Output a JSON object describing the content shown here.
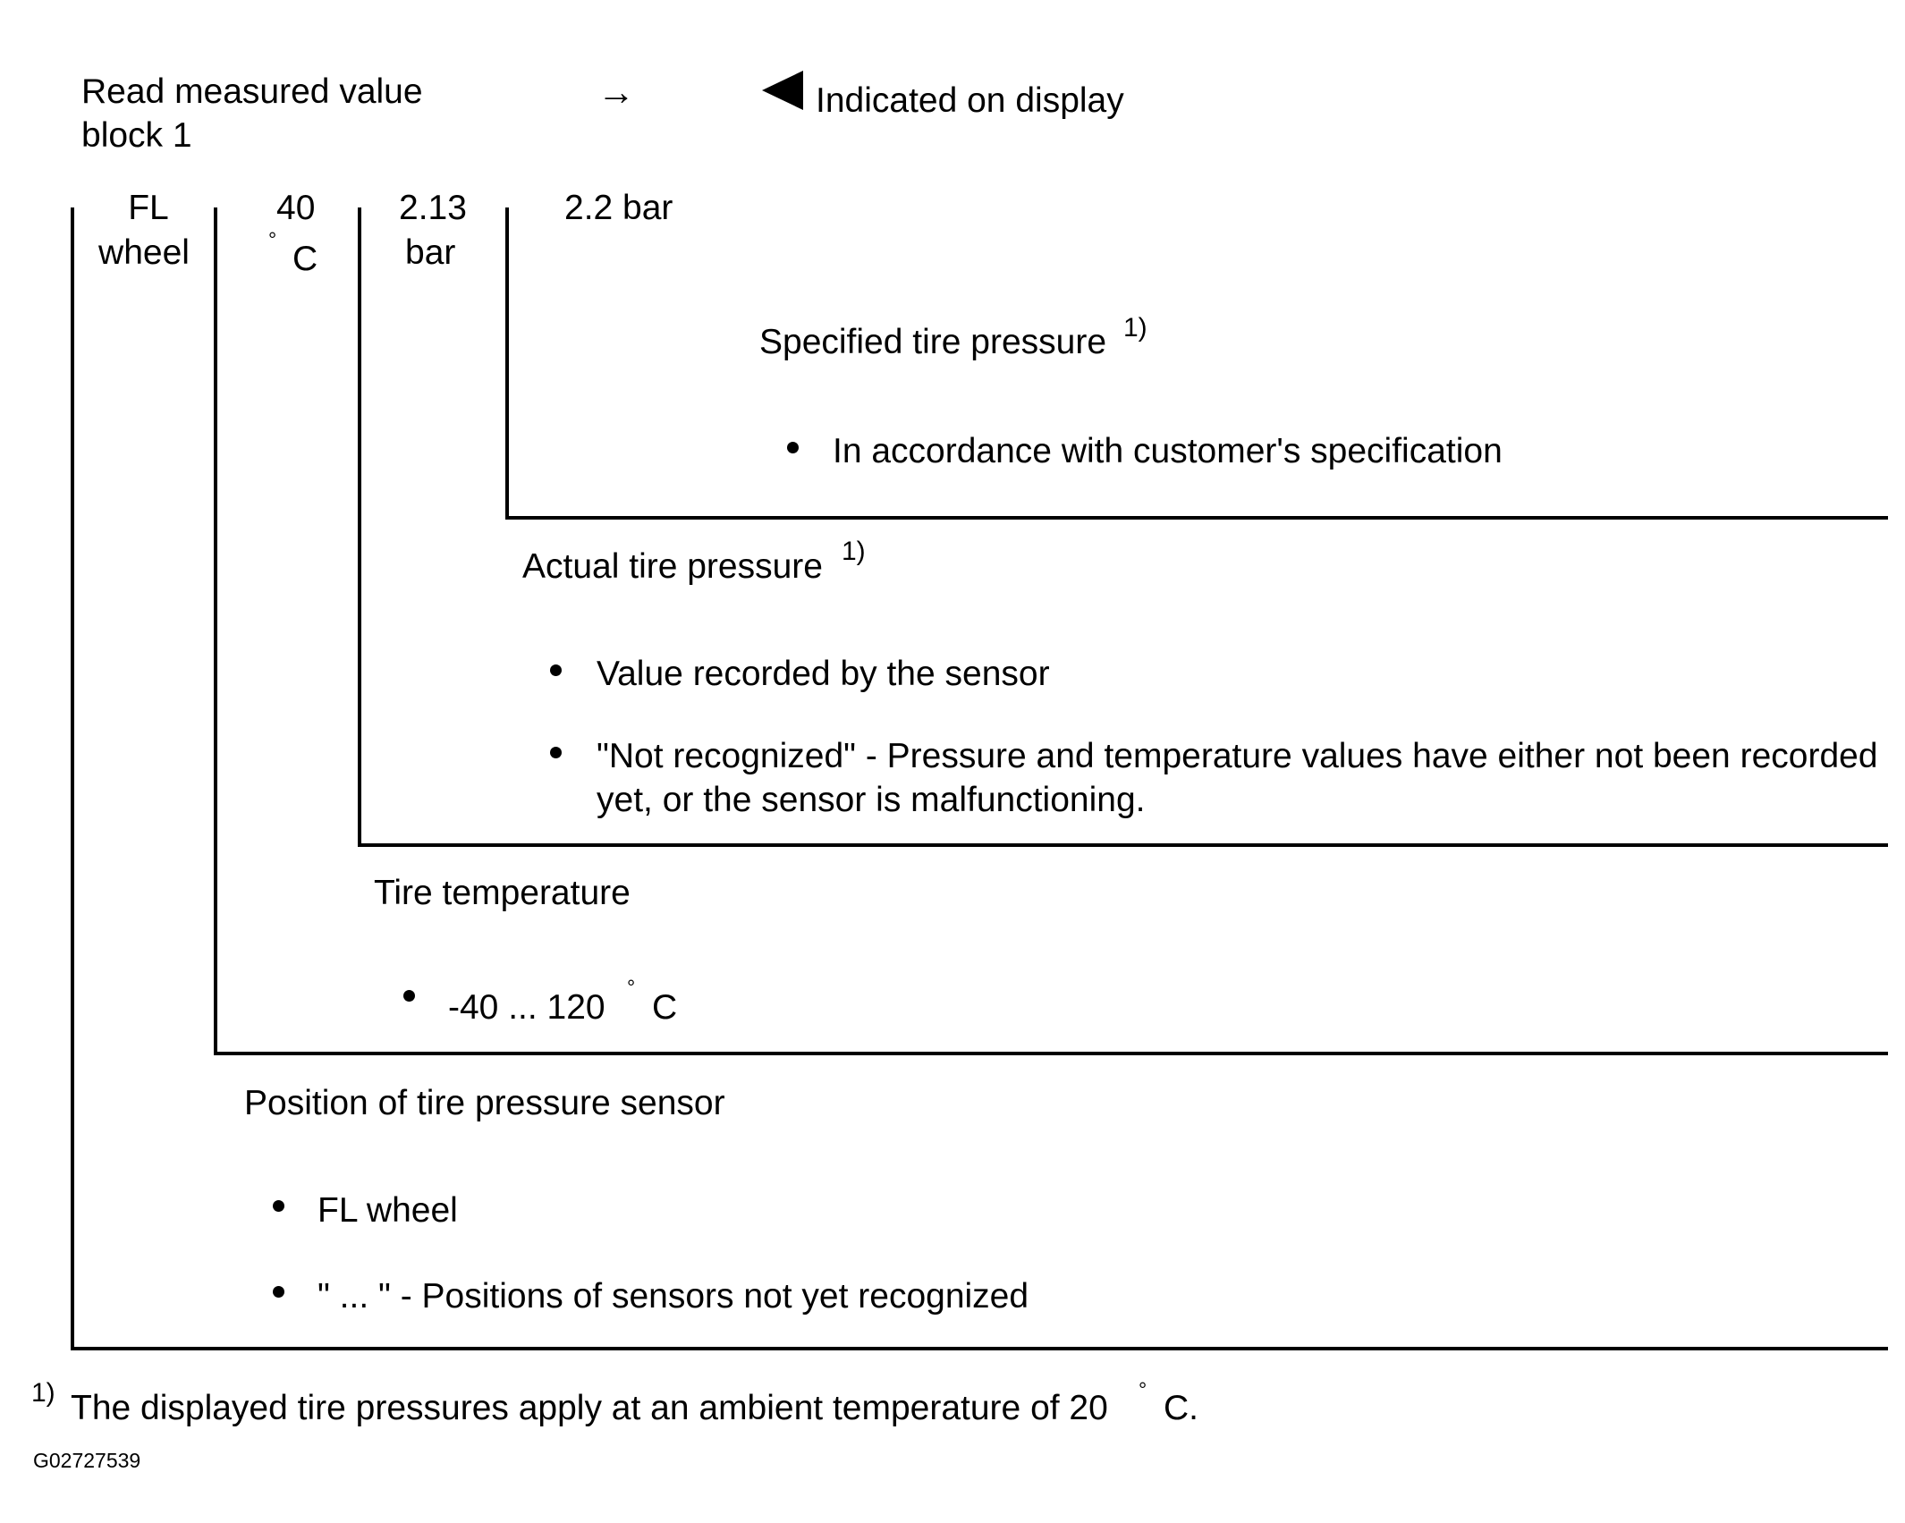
{
  "header": {
    "read_block_line1": "Read measured value",
    "read_block_line2": "block 1",
    "arrow_glyph": "→",
    "display_icon": "display-triangle-icon",
    "indicated_label": "Indicated on display"
  },
  "display_fields": {
    "wheel_line1": "FL",
    "wheel_line2": "wheel",
    "temp_value": "40",
    "degree": "°",
    "temp_unit": "C",
    "actual_value": "2.13",
    "actual_unit": "bar",
    "specified": "2.2 bar"
  },
  "specified_pressure": {
    "title": "Specified tire pressure",
    "footnote_ref": "1)",
    "bullets": [
      "In accordance with customer's specification"
    ]
  },
  "actual_pressure": {
    "title": "Actual tire pressure",
    "footnote_ref": "1)",
    "bullets": [
      "Value recorded by the sensor",
      "\"Not recognized\" - Pressure and temperature values have either not been recorded",
      "yet, or the sensor is malfunctioning."
    ]
  },
  "tire_temperature": {
    "title": "Tire temperature",
    "range_text": "-40 ... 120",
    "degree": "°",
    "unit": "C"
  },
  "sensor_position": {
    "title": "Position of tire pressure sensor",
    "bullets": [
      "FL wheel",
      "\" ... \" - Positions of sensors not yet recognized"
    ]
  },
  "footnote": {
    "marker": "1)",
    "text": "The displayed tire pressures apply at an ambient temperature of 20",
    "degree": "°",
    "unit": "C."
  },
  "figure_id": "G02727539"
}
